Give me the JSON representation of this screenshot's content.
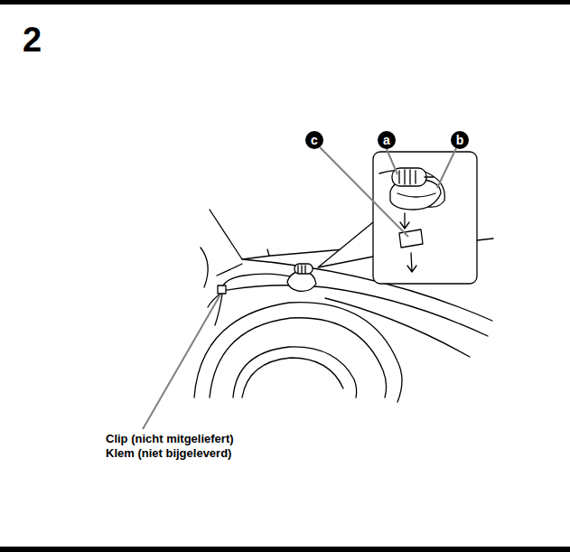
{
  "diagram": {
    "labels": [
      "2",
      "c",
      "a",
      "b",
      "Clip (nicht mitgeliefert)",
      "Klem (niet bijgeleverd)"
    ]
  }
}
